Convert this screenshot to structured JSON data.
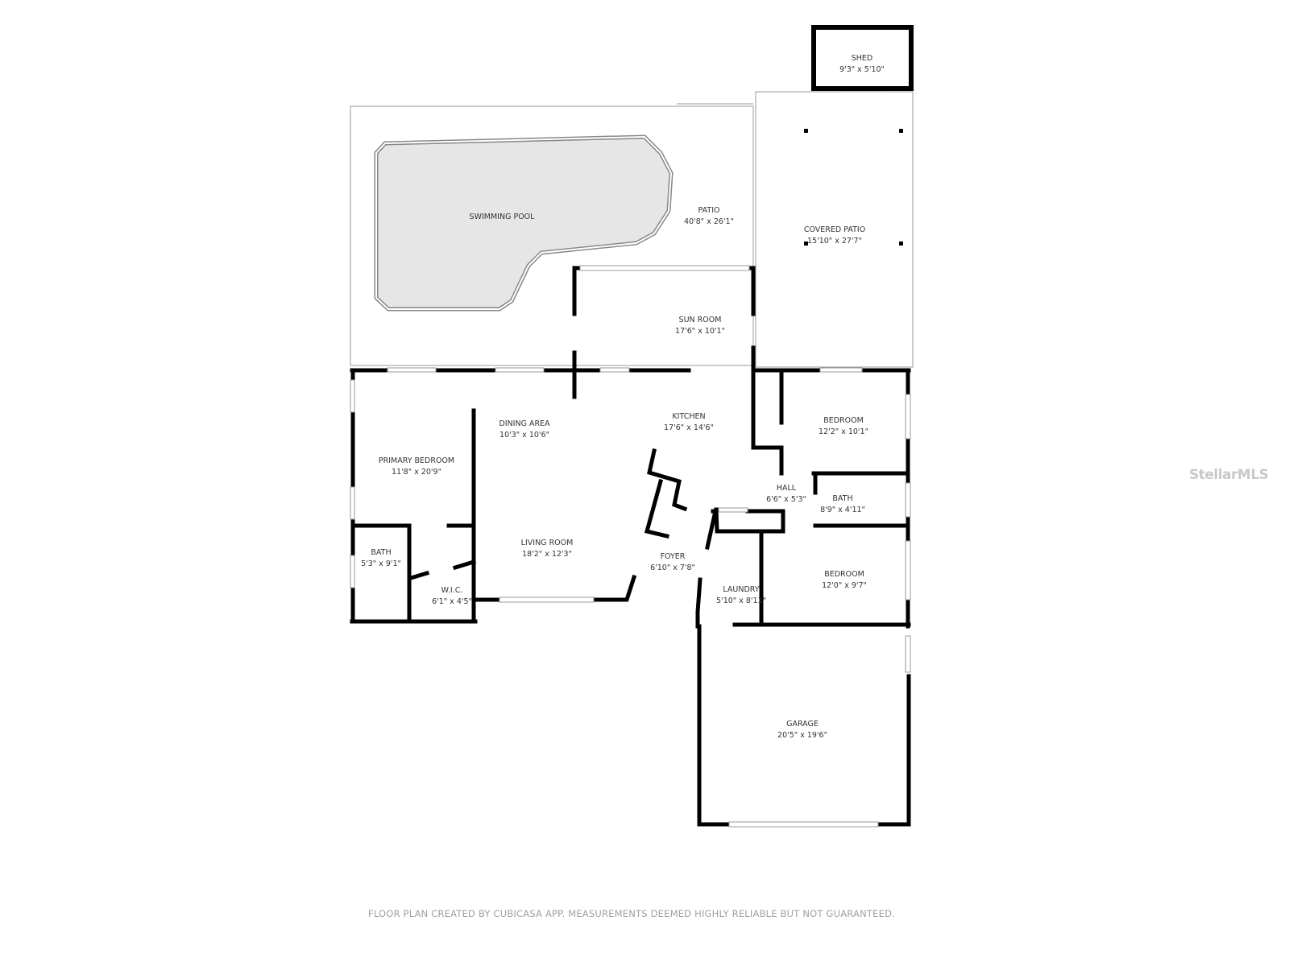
{
  "rooms": [
    {
      "name": "SHED",
      "size": "9'3\" x 5'10\""
    },
    {
      "name": "SWIMMING POOL",
      "size": ""
    },
    {
      "name": "PATIO",
      "size": "40'8\" x 26'1\""
    },
    {
      "name": "COVERED PATIO",
      "size": "15'10\" x 27'7\""
    },
    {
      "name": "SUN ROOM",
      "size": "17'6\" x 10'1\""
    },
    {
      "name": "DINING AREA",
      "size": "10'3\" x 10'6\""
    },
    {
      "name": "KITCHEN",
      "size": "17'6\" x 14'6\""
    },
    {
      "name": "BEDROOM",
      "size": "12'2\" x 10'1\""
    },
    {
      "name": "PRIMARY BEDROOM",
      "size": "11'8\" x 20'9\""
    },
    {
      "name": "HALL",
      "size": "6'6\" x 5'3\""
    },
    {
      "name": "BATH",
      "size": "8'9\" x 4'11\""
    },
    {
      "name": "LIVING ROOM",
      "size": "18'2\" x 12'3\""
    },
    {
      "name": "FOYER",
      "size": "6'10\" x 7'8\""
    },
    {
      "name": "BEDROOM",
      "size": "12'0\" x 9'7\""
    },
    {
      "name": "BATH",
      "size": "5'3\" x 9'1\""
    },
    {
      "name": "LAUNDRY",
      "size": "5'10\" x 8'11\""
    },
    {
      "name": "W.I.C.",
      "size": "6'1\" x 4'5\""
    },
    {
      "name": "GARAGE",
      "size": "20'5\" x 19'6\""
    }
  ],
  "footer": "FLOOR PLAN CREATED BY CUBICASA APP. MEASUREMENTS DEEMED HIGHLY RELIABLE BUT NOT GUARANTEED.",
  "watermark": "StellarMLS",
  "colors": {
    "wall": "#000000",
    "pool_fill": "#e6e6e6",
    "outline": "#9a9a9a",
    "text": "#333333"
  }
}
